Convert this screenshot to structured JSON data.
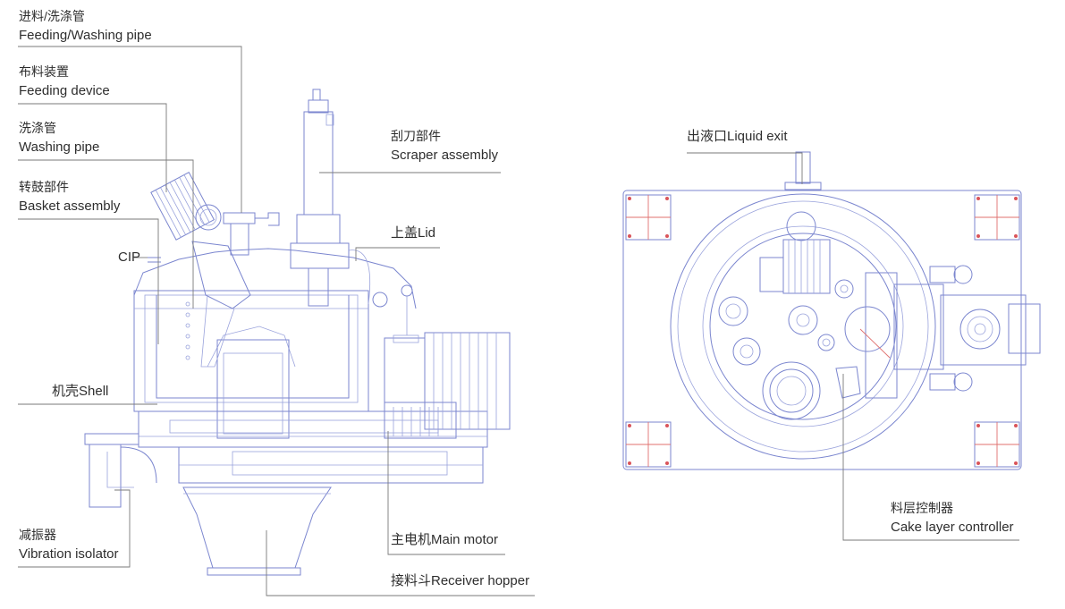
{
  "labels": {
    "feeding_washing_pipe": {
      "zh": "进料/洗涤管",
      "en": "Feeding/Washing pipe"
    },
    "feeding_device": {
      "zh": "布料装置",
      "en": "Feeding device"
    },
    "washing_pipe": {
      "zh": "洗涤管",
      "en": "Washing pipe"
    },
    "basket_assembly": {
      "zh": "转鼓部件",
      "en": "Basket assembly"
    },
    "cip": {
      "text": "CIP"
    },
    "shell": {
      "text": "机壳Shell"
    },
    "vibration_isolator": {
      "zh": "减振器",
      "en": "Vibration isolator"
    },
    "scraper_assembly": {
      "zh": "刮刀部件",
      "en": "Scraper assembly"
    },
    "lid": {
      "text": "上盖Lid"
    },
    "main_motor": {
      "text": "主电机Main motor"
    },
    "receiver_hopper": {
      "text": "接料斗Receiver hopper"
    },
    "liquid_exit": {
      "text": "出液口Liquid exit"
    },
    "cake_layer_controller": {
      "zh": "料层控制器",
      "en": "Cake layer controller"
    }
  },
  "colors": {
    "drawing_line": "#7b86cf",
    "leader_line": "#7a7a7a",
    "text": "#2e2e2e",
    "marker": "#e0706e"
  }
}
